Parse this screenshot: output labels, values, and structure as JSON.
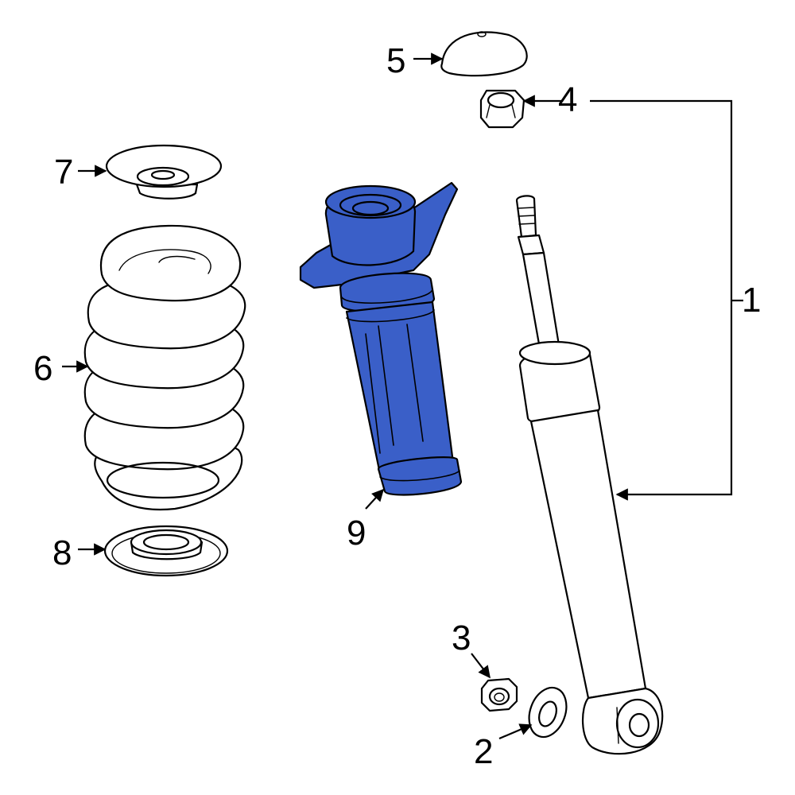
{
  "diagram": {
    "highlight_color": "#3a5fc8",
    "callouts": {
      "c1": "1",
      "c2": "2",
      "c3": "3",
      "c4": "4",
      "c5": "5",
      "c6": "6",
      "c7": "7",
      "c8": "8",
      "c9": "9"
    }
  }
}
